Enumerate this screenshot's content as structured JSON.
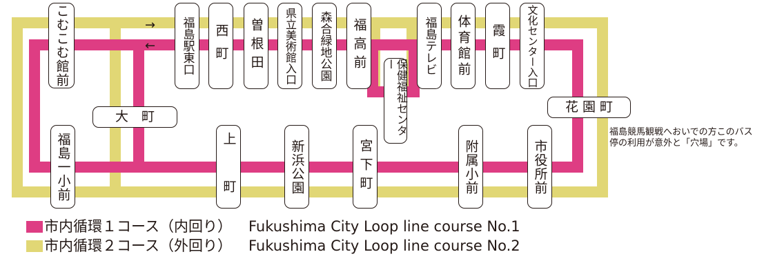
{
  "colors": {
    "route1": "#DE3D83",
    "route2": "#E1D775",
    "outline": "#231815",
    "background": "#ffffff"
  },
  "arrows": {
    "outbound": "→",
    "inbound": "←"
  },
  "stops": {
    "komukomu": "こむこむ館前",
    "fukushima_eki_higashi": "福島駅東口",
    "nishi_machi": "西町",
    "sone_da": "曽根田",
    "kenritsu_bijutsukan": "県立美術館入口",
    "morinoai": "森合緑地公園",
    "fukushima_kou": "福高前",
    "hoken_fukushi": "保健福祉センター",
    "fukushima_tv": "福島テレビ",
    "taiikukan": "体育館前",
    "kasumi_machi": "霞町",
    "bunka_center": "文化センター入口",
    "oomachi": "大　町",
    "hanazono": "花 園 町",
    "fukushima_ichi": "福島一小前",
    "kami_machi": "上 町",
    "shinhama": "新浜公園",
    "miyashita": "宮下町",
    "fuzoku": "附属小前",
    "shiyakusho": "市役所前"
  },
  "note": "福島競馬観戦へおいでの方このバス停の利用が意外と「穴場」です。",
  "legend": [
    {
      "name_ja": "市内循環１コース（内回り）",
      "name_en": "Fukushima City Loop line course No.1",
      "color": "#DE3D83"
    },
    {
      "name_ja": "市内循環２コース（外回り）",
      "name_en": "Fukushima City Loop line course No.2",
      "color": "#E1D775"
    }
  ]
}
